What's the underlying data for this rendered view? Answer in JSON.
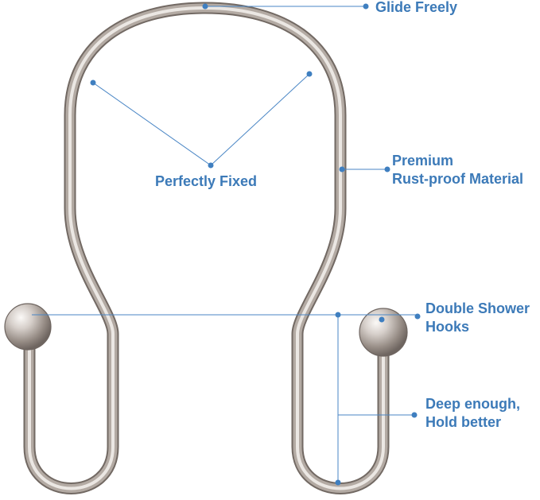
{
  "colors": {
    "label": "#3c7ab8",
    "leader_line": "#4a86c5",
    "dot": "#3f7fc0",
    "metal_light": "#e8e3df",
    "metal_mid": "#b7aea7",
    "metal_dark": "#6e6560"
  },
  "illustration": {
    "subject": "double-shower-curtain-hook-icon"
  },
  "callouts": {
    "glide_freely": "Glide Freely",
    "perfectly_fixed": "Perfectly Fixed",
    "premium_line1": "Premium",
    "premium_line2": "Rust-proof Material",
    "double_hooks_line1": "Double Shower",
    "double_hooks_line2": "Hooks",
    "deep_line1": "Deep enough,",
    "deep_line2": "Hold better"
  }
}
